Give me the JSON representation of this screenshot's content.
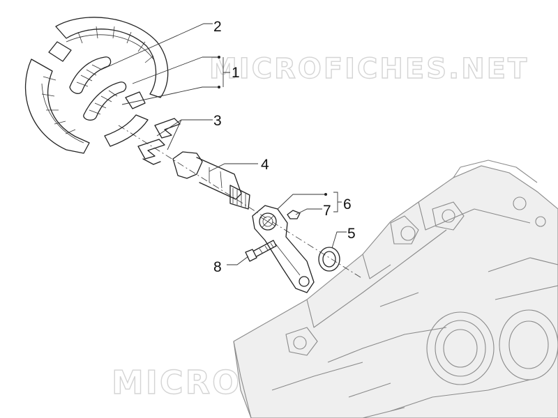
{
  "watermark": {
    "top": "MICROFICHES.NET",
    "bottom": "MICROFICHES.NET"
  },
  "callouts": [
    {
      "id": "1",
      "label": "1"
    },
    {
      "id": "2",
      "label": "2"
    },
    {
      "id": "3",
      "label": "3"
    },
    {
      "id": "4",
      "label": "4"
    },
    {
      "id": "5",
      "label": "5"
    },
    {
      "id": "6",
      "label": "6"
    },
    {
      "id": "7",
      "label": "7"
    },
    {
      "id": "8",
      "label": "8"
    }
  ]
}
